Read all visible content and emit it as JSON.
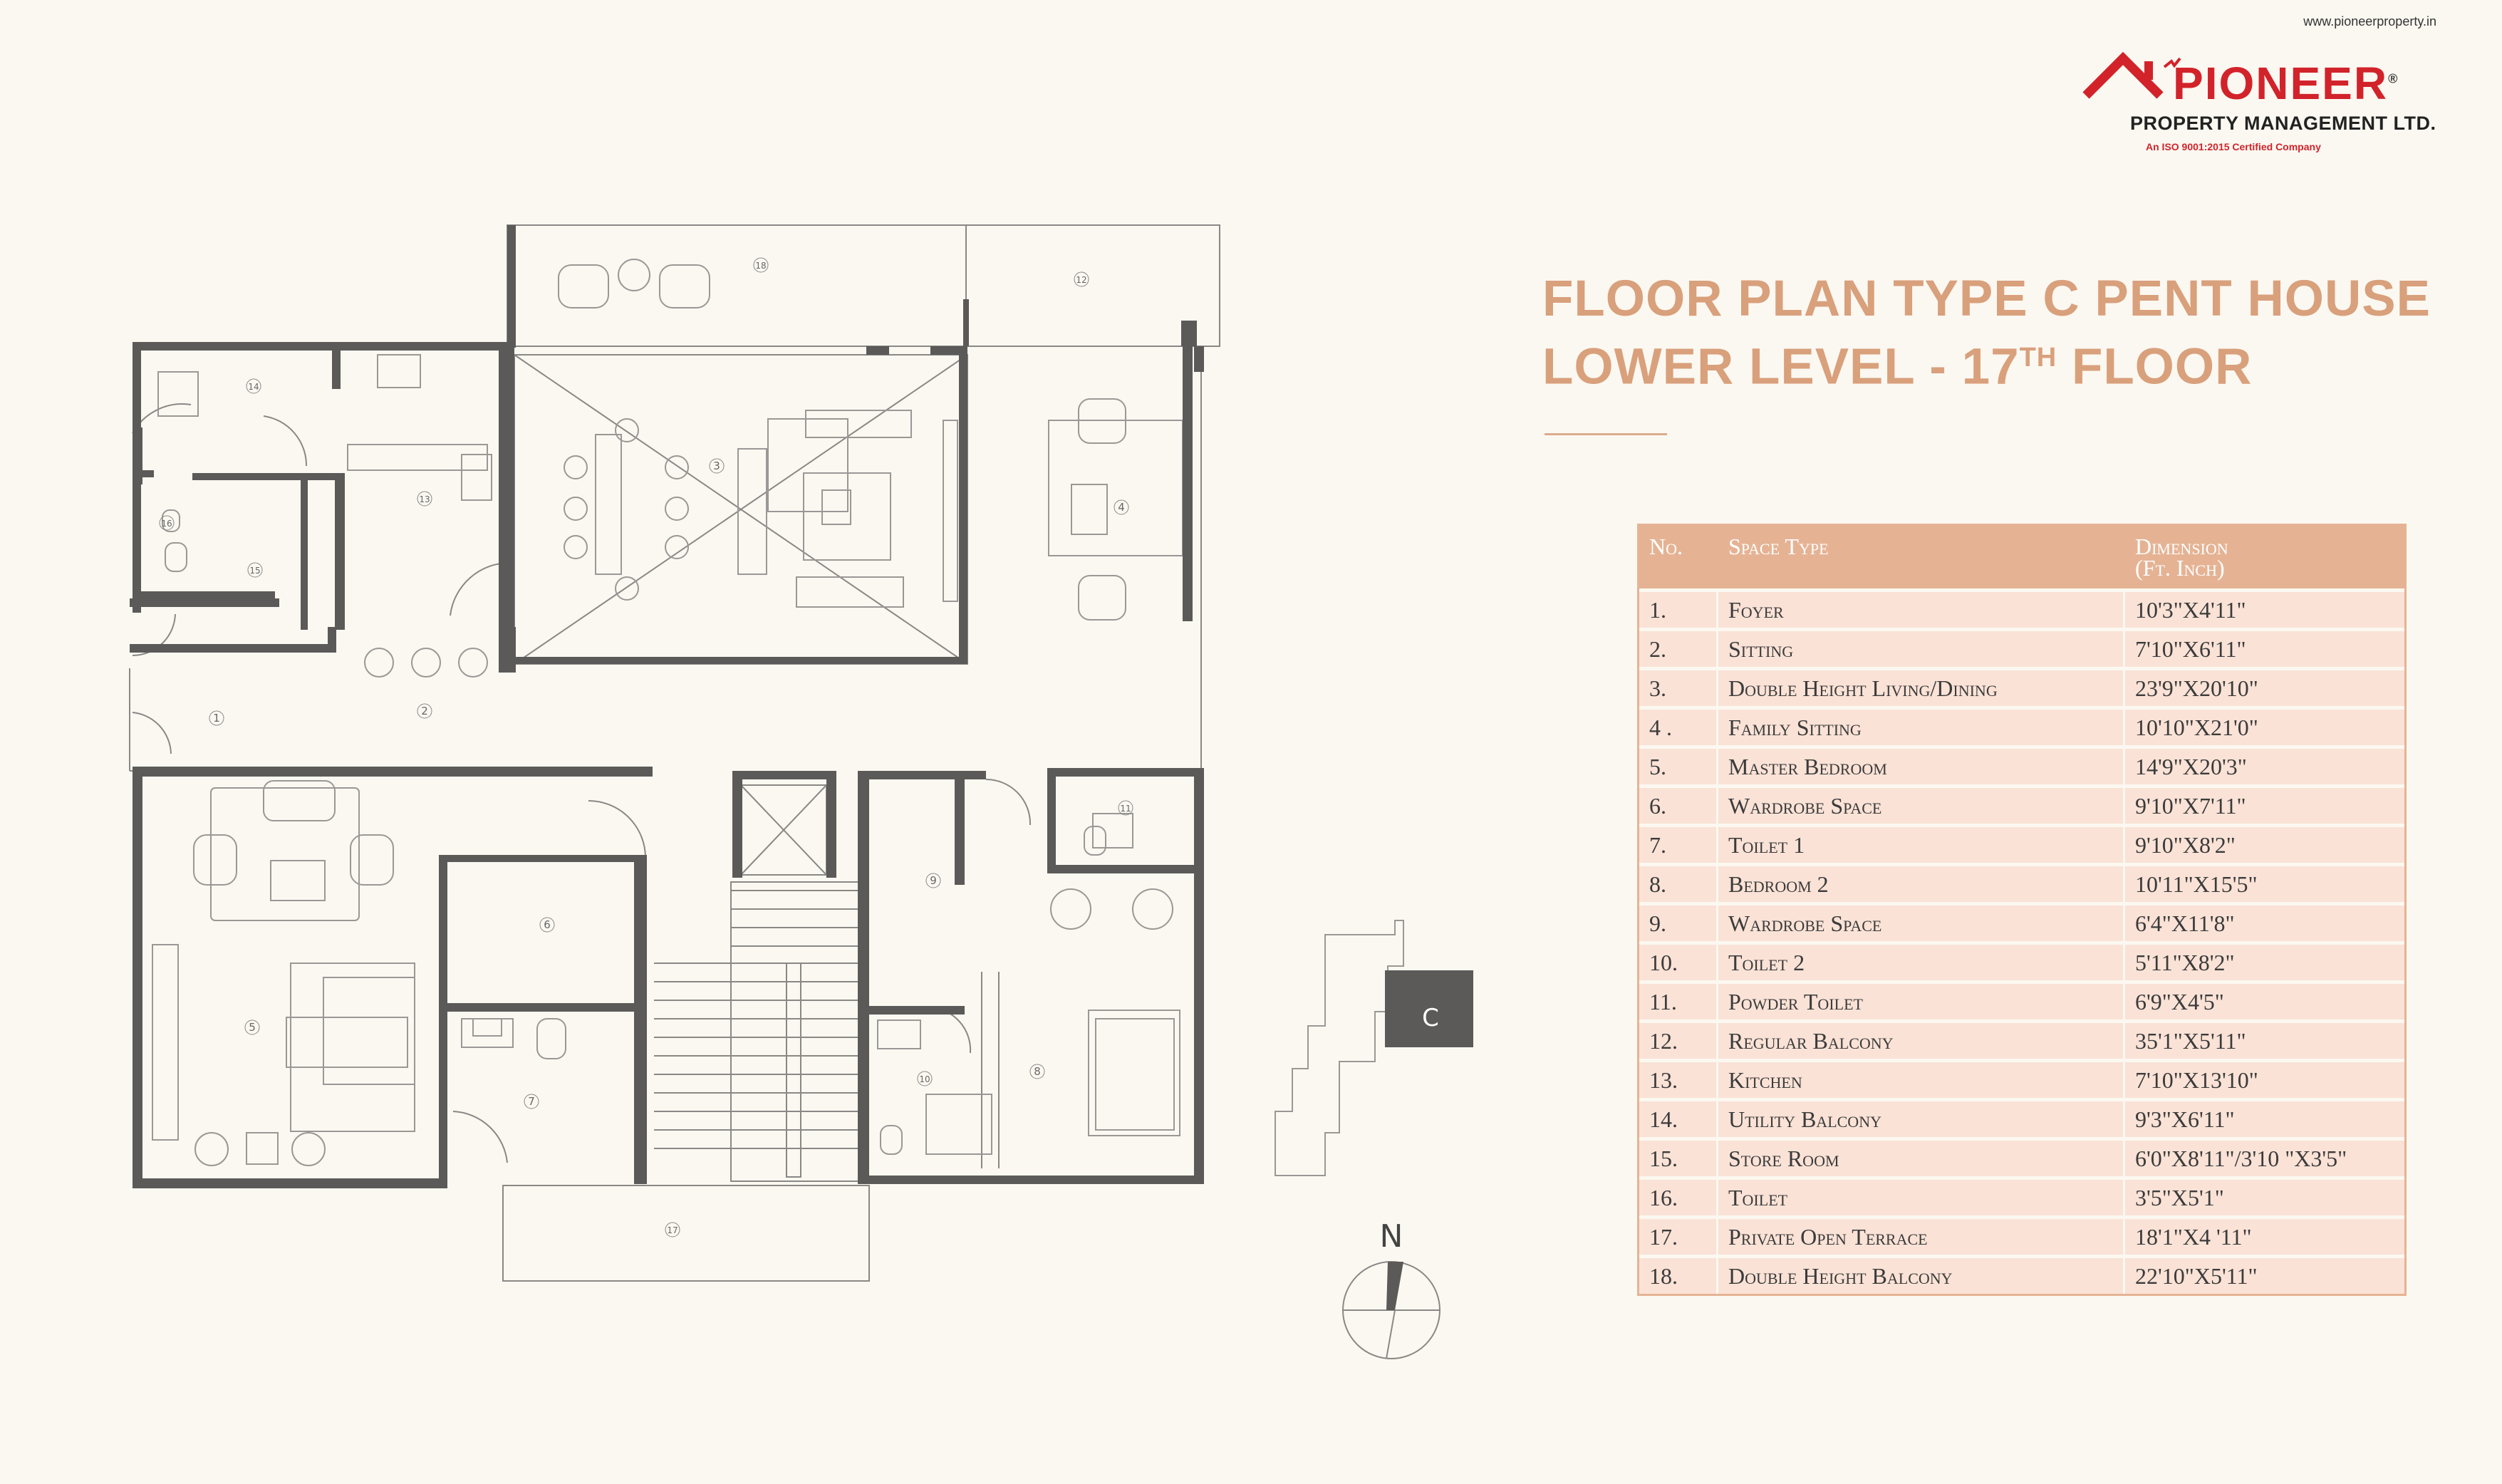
{
  "logo": {
    "url": "www.pioneerproperty.in",
    "brand": "PIONEER",
    "registered": "®",
    "subtitle": "PROPERTY MANAGEMENT LTD.",
    "certification": "An ISO 9001:2015 Certified Company",
    "icon": "house-roof-icon"
  },
  "title": {
    "line1": "FLOOR PLAN TYPE C PENT HOUSE",
    "line2_prefix": "LOWER  LEVEL - 17",
    "line2_sup": "TH",
    "line2_suffix": " FLOOR"
  },
  "table": {
    "headers": {
      "no": "No.",
      "space_type": "Space Type",
      "dimension_line1": "Dimension",
      "dimension_line2": "(Ft. Inch)"
    },
    "rows": [
      {
        "no": "1.",
        "space": "Foyer",
        "dim": "10'3\"X4'11\""
      },
      {
        "no": "2.",
        "space": "Sitting",
        "dim": "7'10\"X6'11\""
      },
      {
        "no": "3.",
        "space": "Double Height Living/Dining",
        "dim": "23'9\"X20'10\""
      },
      {
        "no": "4 .",
        "space": "Family Sitting",
        "dim": "10'10\"X21'0\""
      },
      {
        "no": "5.",
        "space": "Master Bedroom",
        "dim": "14'9\"X20'3\""
      },
      {
        "no": "6.",
        "space": "Wardrobe Space",
        "dim": "9'10\"X7'11\""
      },
      {
        "no": "7.",
        "space": "Toilet 1",
        "dim": "9'10\"X8'2\""
      },
      {
        "no": "8.",
        "space": "Bedroom 2",
        "dim": "10'11\"X15'5\""
      },
      {
        "no": "9.",
        "space": "Wardrobe Space",
        "dim": "6'4\"X11'8\""
      },
      {
        "no": "10.",
        "space": "Toilet 2",
        "dim": "5'11\"X8'2\""
      },
      {
        "no": "11.",
        "space": "Powder Toilet",
        "dim": "6'9\"X4'5\""
      },
      {
        "no": "12.",
        "space": "Regular Balcony",
        "dim": "35'1\"X5'11\""
      },
      {
        "no": "13.",
        "space": "Kitchen",
        "dim": "7'10\"X13'10\""
      },
      {
        "no": "14.",
        "space": "Utility Balcony",
        "dim": "9'3\"X6'11\""
      },
      {
        "no": "15.",
        "space": "Store Room",
        "dim": "6'0\"X8'11\"/3'10 \"X3'5\""
      },
      {
        "no": "16.",
        "space": "Toilet",
        "dim": "3'5\"X5'1\""
      },
      {
        "no": "17.",
        "space": "Private Open Terrace",
        "dim": "18'1\"X4 '11\""
      },
      {
        "no": "18.",
        "space": "Double Height Balcony",
        "dim": "22'10\"X5'11\""
      }
    ]
  },
  "plan": {
    "room_numbers": [
      "1",
      "2",
      "3",
      "4",
      "5",
      "6",
      "7",
      "8",
      "9",
      "10",
      "11",
      "12",
      "13",
      "14",
      "15",
      "16",
      "17",
      "18"
    ],
    "key_plan_label": "C",
    "compass_label": "N",
    "colors": {
      "wall": "#5b5a59",
      "line": "#8a8886",
      "accent": "#d9a07c",
      "table_head": "#e5b394",
      "table_row": "#fae2d6",
      "brand_red": "#d2232a"
    }
  }
}
